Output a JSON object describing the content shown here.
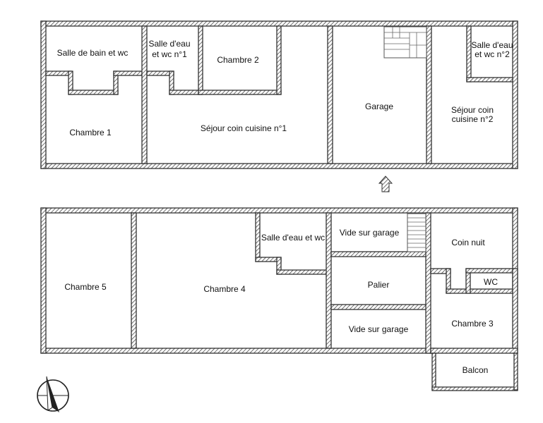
{
  "rooms": {
    "salle_de_bain_et_wc": "Salle de bain et wc",
    "salle_d_eau_wc_1_a": "Salle d'eau",
    "salle_d_eau_wc_1_b": "et wc n°1",
    "chambre_2": "Chambre 2",
    "chambre_1": "Chambre 1",
    "sejour_coin_cuisine_1": "Séjour coin cuisine n°1",
    "garage": "Garage",
    "salle_d_eau_wc_2_a": "Salle d'eau",
    "salle_d_eau_wc_2_b": "et wc n°2",
    "sejour_coin_cuisine_2_a": "Séjour coin",
    "sejour_coin_cuisine_2_b": "cuisine n°2",
    "chambre_5": "Chambre 5",
    "chambre_4": "Chambre 4",
    "salle_d_eau_et_wc": "Salle d'eau et wc",
    "vide_sur_garage_top": "Vide sur garage",
    "palier": "Palier",
    "vide_sur_garage_bottom": "Vide sur garage",
    "coin_nuit": "Coin nuit",
    "wc": "WC",
    "chambre_3": "Chambre 3",
    "balcon": "Balcon"
  },
  "icons": {
    "entrance_arrow": "entrance-arrow-icon",
    "compass": "compass-icon"
  }
}
